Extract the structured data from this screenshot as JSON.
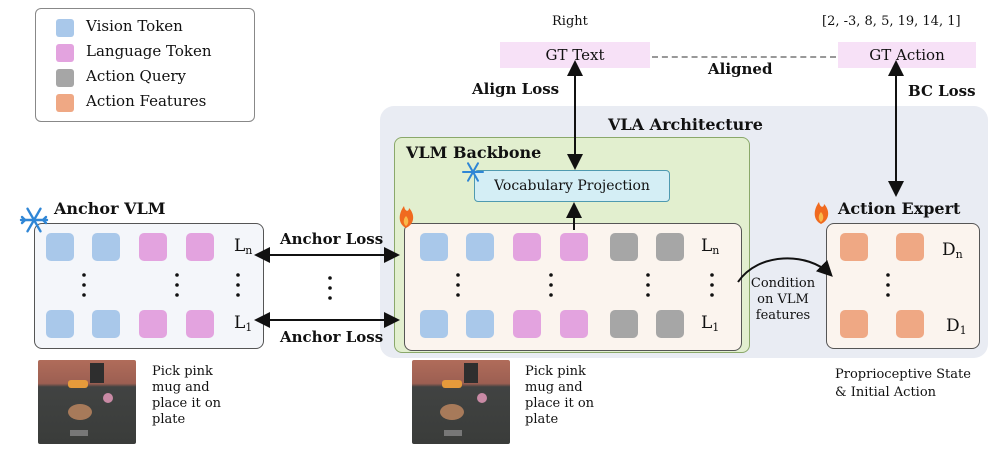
{
  "legend": {
    "items": [
      {
        "label": "Vision Token",
        "color": "#a9c8ea"
      },
      {
        "label": "Language Token",
        "color": "#e3a3df"
      },
      {
        "label": "Action Query",
        "color": "#a6a6a6"
      },
      {
        "label": "Action Features",
        "color": "#efa884"
      }
    ]
  },
  "top": {
    "right_label": "Right",
    "gt_text": "GT Text",
    "aligned": "Aligned",
    "action_vector": "[2, -3, 8, 5, 19, 14, 1]",
    "gt_action": "GT Action",
    "align_loss": "Align Loss",
    "bc_loss": "BC Loss"
  },
  "vla": {
    "title": "VLA Architecture",
    "backbone_title": "VLM Backbone",
    "vocab_projection": "Vocabulary Projection"
  },
  "anchor_vlm": {
    "title": "Anchor VLM"
  },
  "layers": {
    "ln": "L",
    "ln_sub": "n",
    "l1": "L",
    "l1_sub": "1"
  },
  "anchor_loss_top": "Anchor Loss",
  "anchor_loss_bottom": "Anchor Loss",
  "condition_label": [
    "Condition",
    "on VLM",
    "features"
  ],
  "action_expert": {
    "title": "Action Expert",
    "dn": "D",
    "dn_sub": "n",
    "d1": "D",
    "d1_sub": "1",
    "caption": [
      "Proprioceptive State",
      "& Initial Action"
    ]
  },
  "instruction_left": [
    "Pick pink",
    "mug and",
    "place it on",
    "plate"
  ],
  "instruction_mid": [
    "Pick pink",
    "mug and",
    "place it on",
    "plate"
  ],
  "icons": {
    "frozen": "snowflake-icon",
    "trainable": "flame-icon"
  }
}
